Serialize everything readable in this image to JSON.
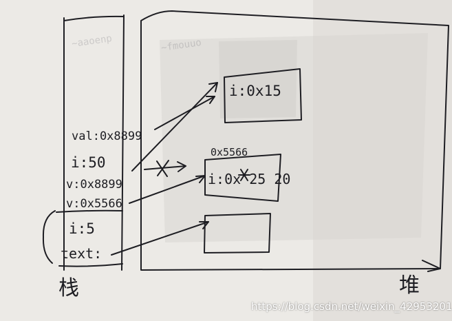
{
  "labels": {
    "stack_title": "栈",
    "heap_title": "堆",
    "val": "val:0x8899",
    "i50": "i:50",
    "v1": "v:0x8899",
    "v2": "v:0x5566",
    "i5": "i:5",
    "text": "text:",
    "obj1": "i:0x15",
    "addr2": "0x5566",
    "obj2": "i:0x 25 20"
  },
  "watermark": "https://blog.csdn.net/weixin_42953201",
  "colors": {
    "ink": "#1d1d22",
    "paper": "#eceae6",
    "region": "#d9d6d1"
  }
}
